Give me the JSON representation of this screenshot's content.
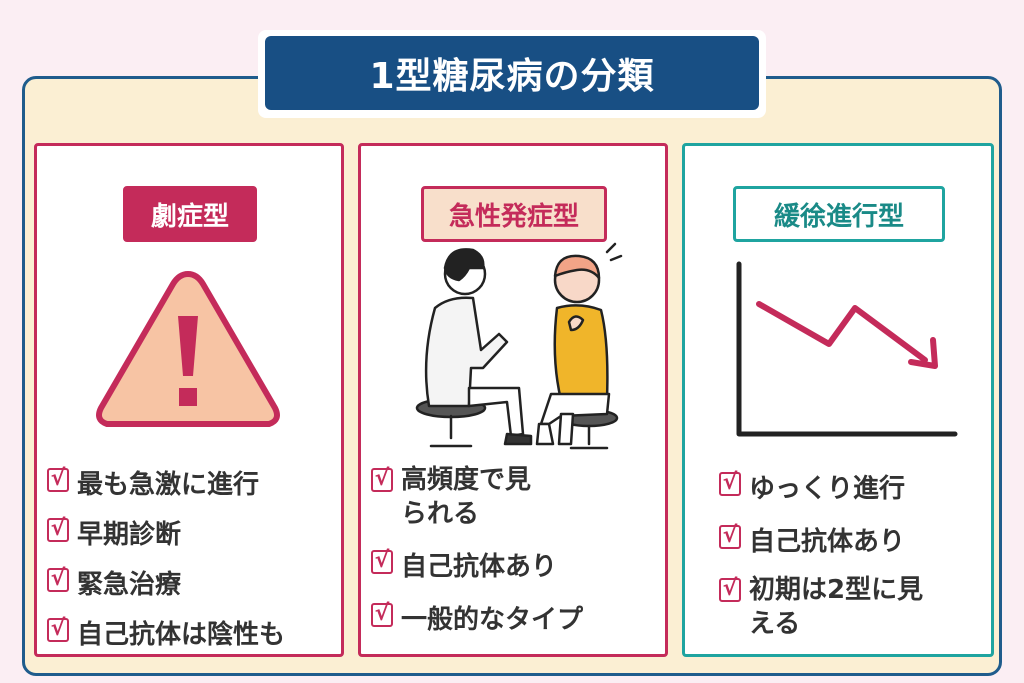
{
  "title": "1型糖尿病の分類",
  "check_symbol": "√",
  "panels": [
    {
      "label": "劇症型",
      "icon": "warning-triangle-icon",
      "items": [
        "最も急激に進行",
        "早期診断",
        "緊急治療",
        "自己抗体は陰性も"
      ]
    },
    {
      "label": "急性発症型",
      "icon": "doctor-patient-illustration",
      "items": [
        "高頻度で見られる",
        "自己抗体あり",
        "一般的なタイプ"
      ]
    },
    {
      "label": "緩徐進行型",
      "icon": "declining-graph-icon",
      "items": [
        "ゆっくり進行",
        "自己抗体あり",
        "初期は2型に見える"
      ]
    }
  ],
  "colors": {
    "pink_accent": "#c42b5a",
    "teal_accent": "#1fa4a0",
    "title_bg": "#184f84",
    "frame_bg": "#fbefd3",
    "page_bg": "#fbeef3",
    "triangle_fill": "#f7c4a4",
    "shirt_yellow": "#f0b52a"
  }
}
